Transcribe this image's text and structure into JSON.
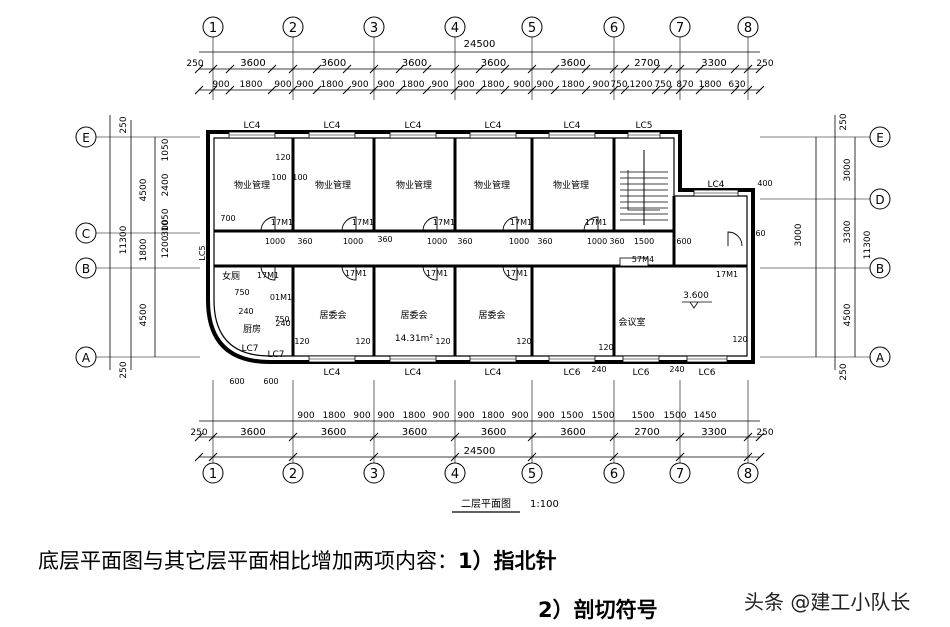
{
  "plan": {
    "grid_labels": [
      "1",
      "2",
      "3",
      "4",
      "5",
      "6",
      "7",
      "8"
    ],
    "row_labels": [
      "E",
      "D",
      "C",
      "B",
      "A"
    ],
    "total_width": "24500",
    "edge_offset": "250",
    "bays_top": [
      "3600",
      "3600",
      "3600",
      "3600",
      "3600",
      "2700",
      "3300"
    ],
    "bays_bottom": [
      "3600",
      "3600",
      "3600",
      "3600",
      "3600",
      "2700",
      "3300"
    ],
    "segments_top": [
      "900",
      "1800",
      "900",
      "900",
      "1800",
      "900",
      "900",
      "1800",
      "900",
      "900",
      "1800",
      "900",
      "900",
      "1800",
      "900",
      "750",
      "1200",
      "750",
      "870",
      "1800",
      "630"
    ],
    "segments_bottom": [
      "900",
      "1800",
      "900",
      "900",
      "1800",
      "900",
      "900",
      "1800",
      "900",
      "900",
      "1500",
      "1500",
      "1500",
      "1500",
      "1450"
    ],
    "left_dims_outer": [
      "4500",
      "1800",
      "4500"
    ],
    "left_dims_overall": "11300",
    "left_dims_inner": [
      "1050",
      "2400",
      "1050",
      "300",
      "1200"
    ],
    "right_dims_outer": [
      "3000",
      "3300",
      "4500"
    ],
    "right_dims_overall": "11300",
    "right_dims_inner": [
      "3000"
    ],
    "top_windows": [
      "LC4",
      "LC4",
      "LC4",
      "LC4",
      "LC4",
      "LC5",
      "LC4"
    ],
    "bottom_windows": [
      "LC4",
      "LC4",
      "LC4",
      "LC6",
      "LC6",
      "LC6",
      "LC7",
      "LC7"
    ],
    "office_name": "物业管理",
    "meeting_room": "居委会",
    "conference_room": "会议室",
    "kitchen": "厨房",
    "toilet": "女厕",
    "area_note": "14.31m²",
    "elevation": "3.600",
    "doors": [
      "17M1",
      "57M4",
      "01M1",
      "LC5"
    ],
    "misc_dims": [
      "120",
      "100",
      "360",
      "1000",
      "700",
      "600",
      "240",
      "750",
      "1500",
      "400"
    ],
    "title": "二层平面图",
    "scale": "1:100"
  },
  "caption": {
    "line1_text": "底层平面图与其它层平面相比增加两项内容：",
    "line1_item": "1）指北针",
    "line2_item": "2）剖切符号"
  },
  "watermark": "头条 @建工小队长"
}
